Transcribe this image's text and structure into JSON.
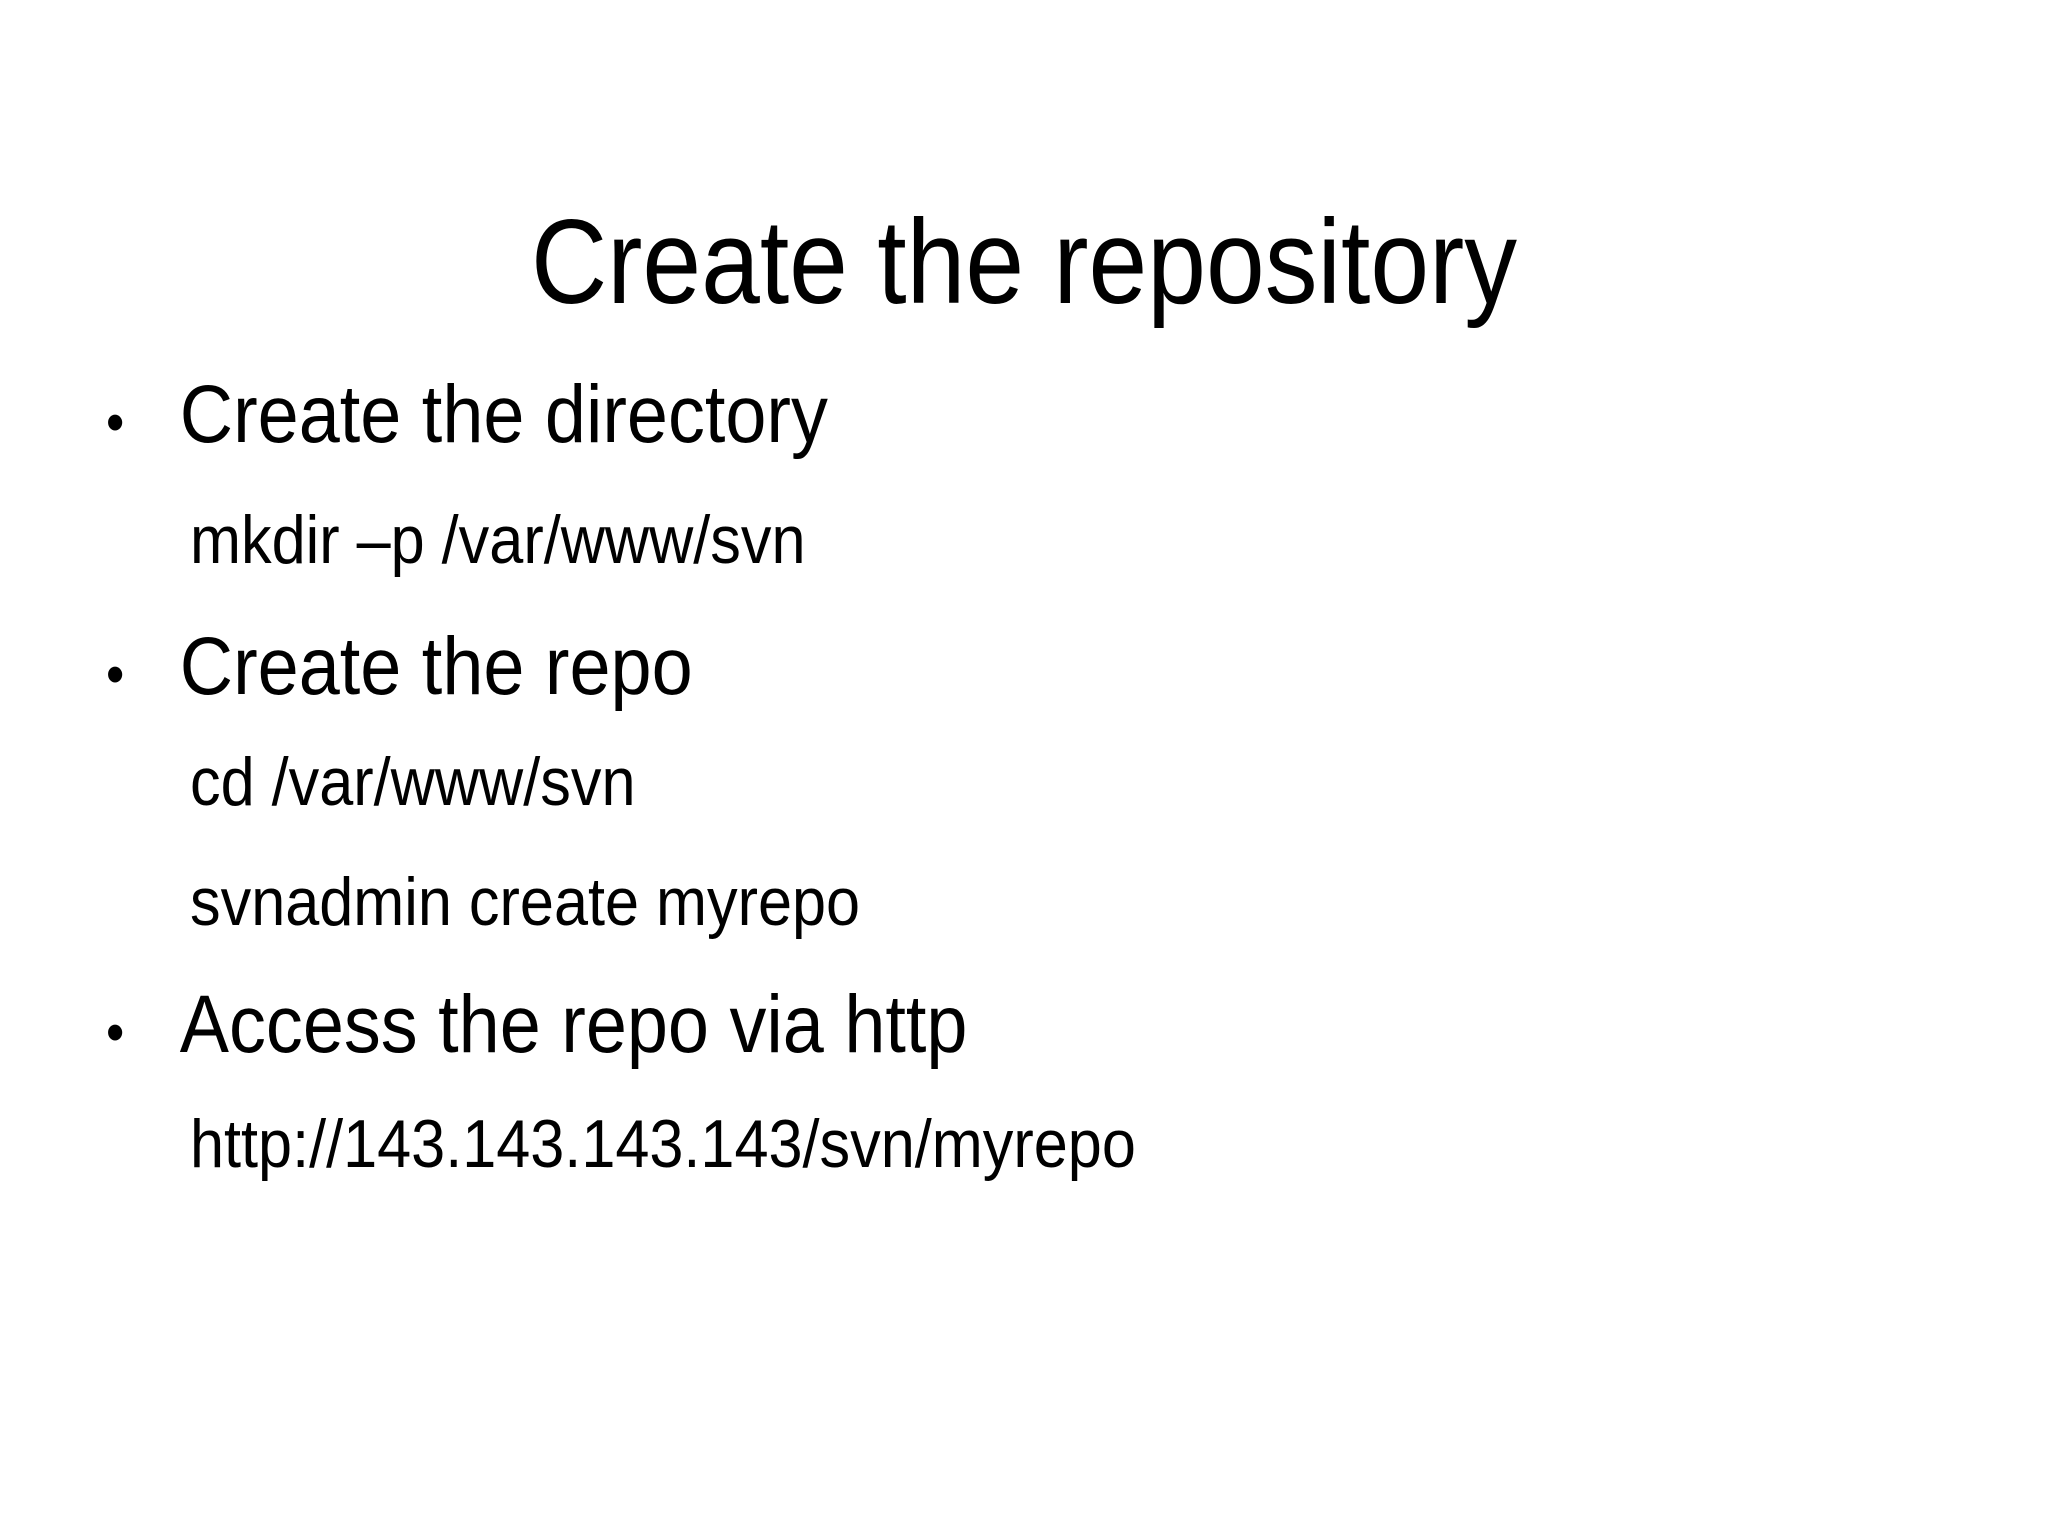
{
  "slide": {
    "title": "Create the repository",
    "bullet_char": "•",
    "colors": {
      "background": "#ffffff",
      "text": "#000000"
    },
    "bullets": [
      {
        "label": "Create the directory",
        "sub": [
          "mkdir –p /var/www/svn"
        ]
      },
      {
        "label": "Create the repo",
        "sub": [
          "cd /var/www/svn",
          "svnadmin create myrepo"
        ]
      },
      {
        "label": "Access the repo via http",
        "sub": [
          "http://143.143.143.143/svn/myrepo"
        ]
      }
    ]
  }
}
